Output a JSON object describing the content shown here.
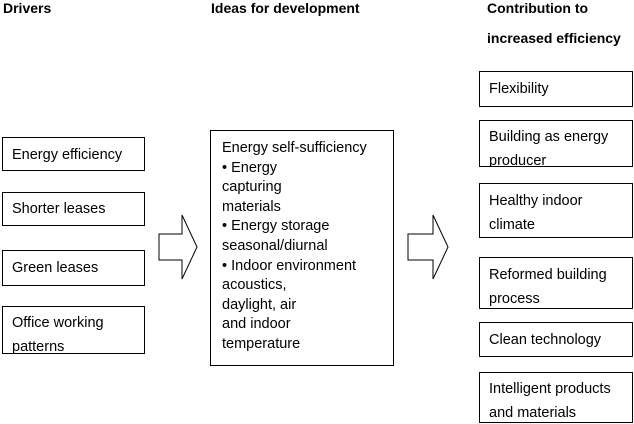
{
  "headings": {
    "drivers": "Drivers",
    "ideas": "Ideas for development",
    "contribution_line1": "Contribution to",
    "contribution_line2": "increased efficiency"
  },
  "drivers": [
    [
      "Energy efficiency"
    ],
    [
      "Shorter leases"
    ],
    [
      "Green leases"
    ],
    [
      "Office working",
      "patterns"
    ]
  ],
  "ideas": [
    "Energy self-sufficiency",
    "• Energy",
    "capturing",
    "materials",
    "• Energy storage",
    "seasonal/diurnal",
    "• Indoor environment",
    "acoustics,",
    "daylight, air",
    "and indoor",
    "temperature"
  ],
  "contributions": [
    [
      "Flexibility"
    ],
    [
      "Building as energy",
      "producer"
    ],
    [
      "Healthy indoor",
      "climate"
    ],
    [
      "Reformed building",
      "process"
    ],
    [
      "Clean technology"
    ],
    [
      "Intelligent products",
      "and materials"
    ]
  ],
  "colors": {
    "stroke": "#000000",
    "background": "#ffffff"
  }
}
